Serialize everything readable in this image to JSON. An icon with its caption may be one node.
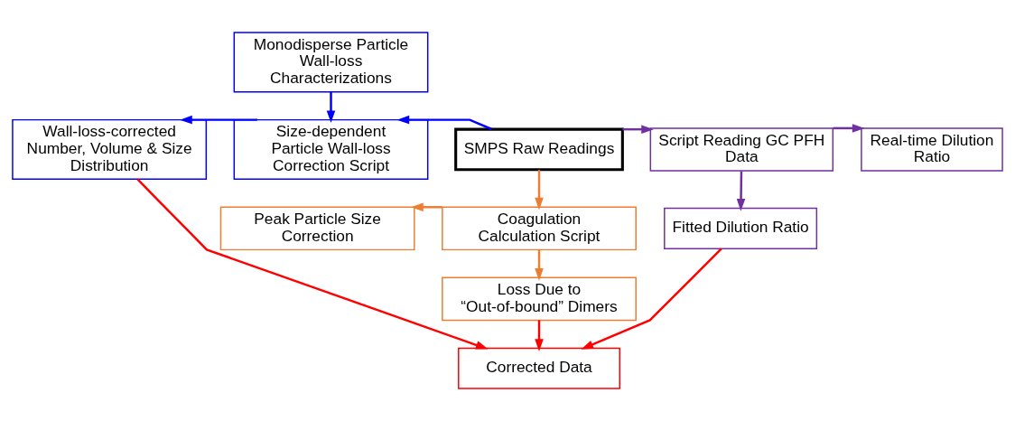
{
  "diagram": {
    "nodes": [
      {
        "text": [
          "Monodisperse Particle Wall-loss Characterizations"
        ]
      },
      {
        "text": [
          "Wall-loss-corrected Number, Volume & Size Distribution"
        ]
      },
      {
        "text": [
          "Size-dependent Particle Wall-loss Correction Script"
        ]
      },
      {
        "text": [
          "SMPS Raw Readings"
        ]
      },
      {
        "text": [
          "Script Reading GC PFH Data"
        ]
      },
      {
        "text": [
          "Real-time Dilution Ratio"
        ]
      },
      {
        "text": [
          "Fitted Dilution Ratio"
        ]
      },
      {
        "text": [
          "Peak Particle Size Correction"
        ]
      },
      {
        "text": [
          "Coagulation Calculation Script"
        ]
      },
      {
        "text": [
          "Loss Due to “Out-of-bound” Dimers"
        ]
      },
      {
        "text": [
          "Corrected Data"
        ]
      }
    ],
    "edges": [
      {
        "from": 0,
        "to": 2,
        "arrow": "to",
        "color": "#0000ff"
      },
      {
        "from": 3,
        "to": 2,
        "arrow": "to",
        "color": "#0000ff"
      },
      {
        "from": 2,
        "to": 1,
        "arrow": "to",
        "color": "#0000ff"
      },
      {
        "from": 3,
        "to": 4,
        "arrow": "to",
        "color": "#7030a0"
      },
      {
        "from": 4,
        "to": 5,
        "arrow": "to",
        "color": "#7030a0"
      },
      {
        "from": 4,
        "to": 6,
        "arrow": "to",
        "color": "#7030a0"
      },
      {
        "from": 3,
        "to": 8,
        "arrow": "to",
        "color": "#ed7d31"
      },
      {
        "from": 8,
        "to": 7,
        "arrow": "to",
        "color": "#ed7d31"
      },
      {
        "from": 8,
        "to": 9,
        "arrow": "to",
        "color": "#ed7d31"
      },
      {
        "from": 1,
        "to": 10,
        "arrow": "to",
        "color": "#ff0000"
      },
      {
        "from": 9,
        "to": 10,
        "arrow": "to",
        "color": "#ff0000"
      },
      {
        "from": 6,
        "to": 10,
        "arrow": "to",
        "color": "#ff0000"
      }
    ]
  }
}
